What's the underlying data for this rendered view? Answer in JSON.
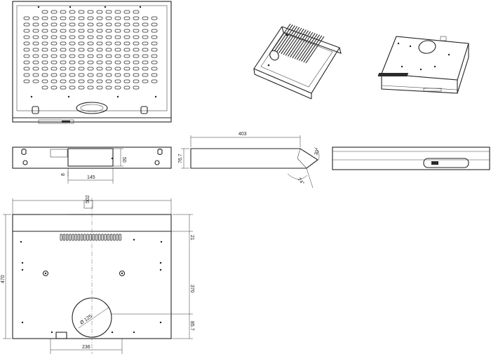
{
  "dimensions": {
    "side_depth": "403",
    "side_angle_front": "30°",
    "side_angle_lower": "74°",
    "side_height": "76.7",
    "rear_cutout_width": "145",
    "rear_cutout_height": "50",
    "rear_offset": "8",
    "plan_width": "502",
    "plan_depth": "470",
    "plan_depth_inner": "370",
    "plan_front_offset": "21",
    "plan_outlet_offset": "85.7",
    "plan_outlet_dia": "Ø 125",
    "plan_outlet_pos": "236"
  },
  "colors": {
    "line": "#222222",
    "background": "#ffffff"
  }
}
